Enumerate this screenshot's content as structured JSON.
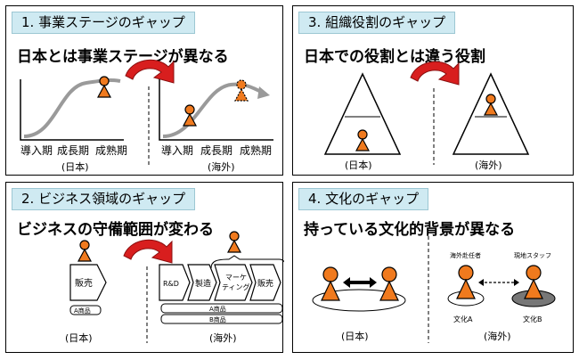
{
  "panels": [
    {
      "tab": "1. 事業ステージのギャップ",
      "heading": "日本とは事業ステージが異なる",
      "stages": [
        "導入期",
        "成長期",
        "成熟期"
      ],
      "stages_right": [
        "導入期",
        "成長期",
        "成熟期"
      ],
      "left_caption": "(日本)",
      "right_caption": "(海外)"
    },
    {
      "tab": "3. 組織役割のギャップ",
      "heading": "日本での役割とは違う役割",
      "left_caption": "(日本)",
      "right_caption": "(海外)"
    },
    {
      "tab": "2. ビジネス領域のギャップ",
      "heading": "ビジネスの守備範囲が変わる",
      "left_box": "販売",
      "left_product": "A商品",
      "chain": [
        "R&D",
        "製造",
        "マーケ\nティング",
        "販売"
      ],
      "products": [
        "A商品",
        "B商品"
      ],
      "left_caption": "(日本)",
      "right_caption": "(海外)"
    },
    {
      "tab": "4. 文化のギャップ",
      "heading": "持っている文化的背景が異なる",
      "expat_label": "海外赴任者",
      "local_label": "現地スタッフ",
      "culture_a": "文化A",
      "culture_b": "文化B",
      "left_caption": "(日本)",
      "right_caption": "(海外)"
    }
  ],
  "colors": {
    "figure_orange": "#f07a1e",
    "figure_outline": "#000000",
    "arrow_red": "#d81e1e",
    "tab_fill": "#cfeaf2",
    "curve_gray": "#9a9a9a"
  }
}
